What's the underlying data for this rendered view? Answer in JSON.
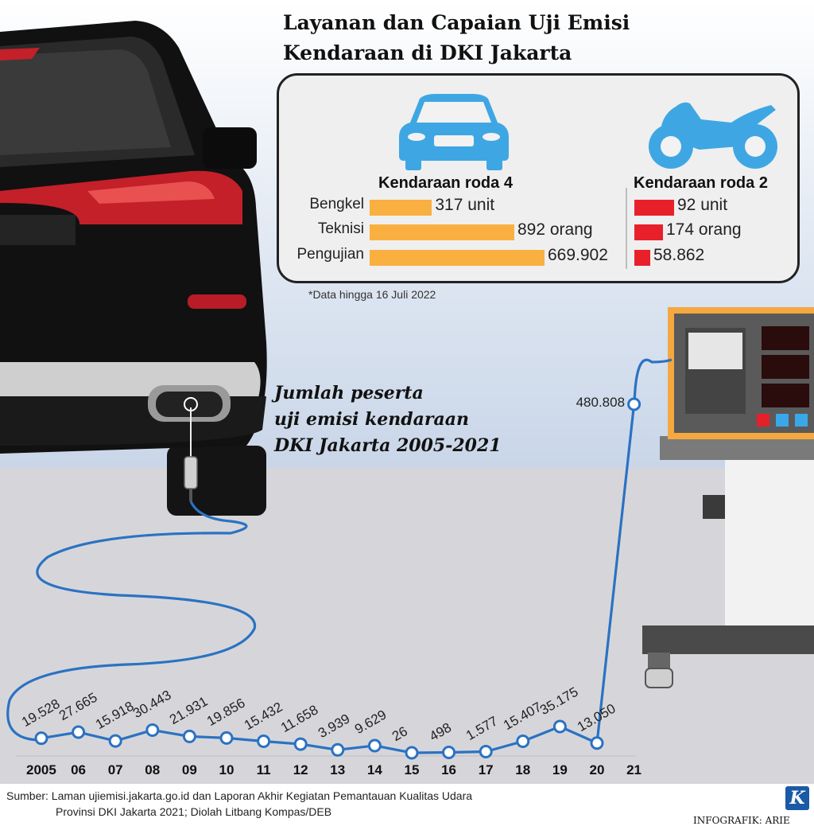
{
  "header": {
    "title_line1": "Layanan dan Capaian Uji Emisi",
    "title_line2": "Kendaraan di DKI Jakarta"
  },
  "panel": {
    "car_title": "Kendaraan roda 4",
    "moto_title": "Kendaraan roda 2",
    "rows": [
      {
        "label": "Bengkel",
        "car": 317,
        "car_text": "317 unit",
        "moto": 92,
        "moto_text": "92 unit"
      },
      {
        "label": "Teknisi",
        "car": 892,
        "car_text": "892 orang",
        "moto": 174,
        "moto_text": "174 orang"
      },
      {
        "label": "Pengujian",
        "car": 669902,
        "car_text": "669.902",
        "moto": 58862,
        "moto_text": "58.862"
      }
    ],
    "note": "*Data hingga 16 Juli 2022"
  },
  "subtitle": {
    "line1": "Jumlah peserta",
    "line2": "uji emisi kendaraan",
    "line3": "DKI Jakarta 2005-2021"
  },
  "chart_data": {
    "type": "line",
    "title": "Jumlah peserta uji emisi kendaraan DKI Jakarta 2005-2021",
    "categories": [
      "2005",
      "06",
      "07",
      "08",
      "09",
      "10",
      "11",
      "12",
      "13",
      "14",
      "15",
      "16",
      "17",
      "18",
      "19",
      "20",
      "21"
    ],
    "values": [
      19528,
      27665,
      15918,
      30443,
      21931,
      19856,
      15432,
      11658,
      3939,
      9629,
      26,
      498,
      1577,
      15407,
      35175,
      13050,
      480808
    ],
    "labels": [
      "19.528",
      "27.665",
      "15.918",
      "30.443",
      "21.931",
      "19.856",
      "15.432",
      "11.658",
      "3.939",
      "9.629",
      "26",
      "498",
      "1.577",
      "15.407",
      "35.175",
      "13.050",
      "480.808"
    ],
    "line_color": "#2b72c2"
  },
  "footer": {
    "source_line1": "Sumber: Laman ujiemisi.jakarta.go.id dan Laporan Akhir Kegiatan Pemantauan Kualitas Udara",
    "source_line2": "Provinsi DKI Jakarta 2021; Diolah Litbang Kompas/DEB",
    "credit": "INFOGRAFIK: ARIE",
    "logo": "K"
  }
}
